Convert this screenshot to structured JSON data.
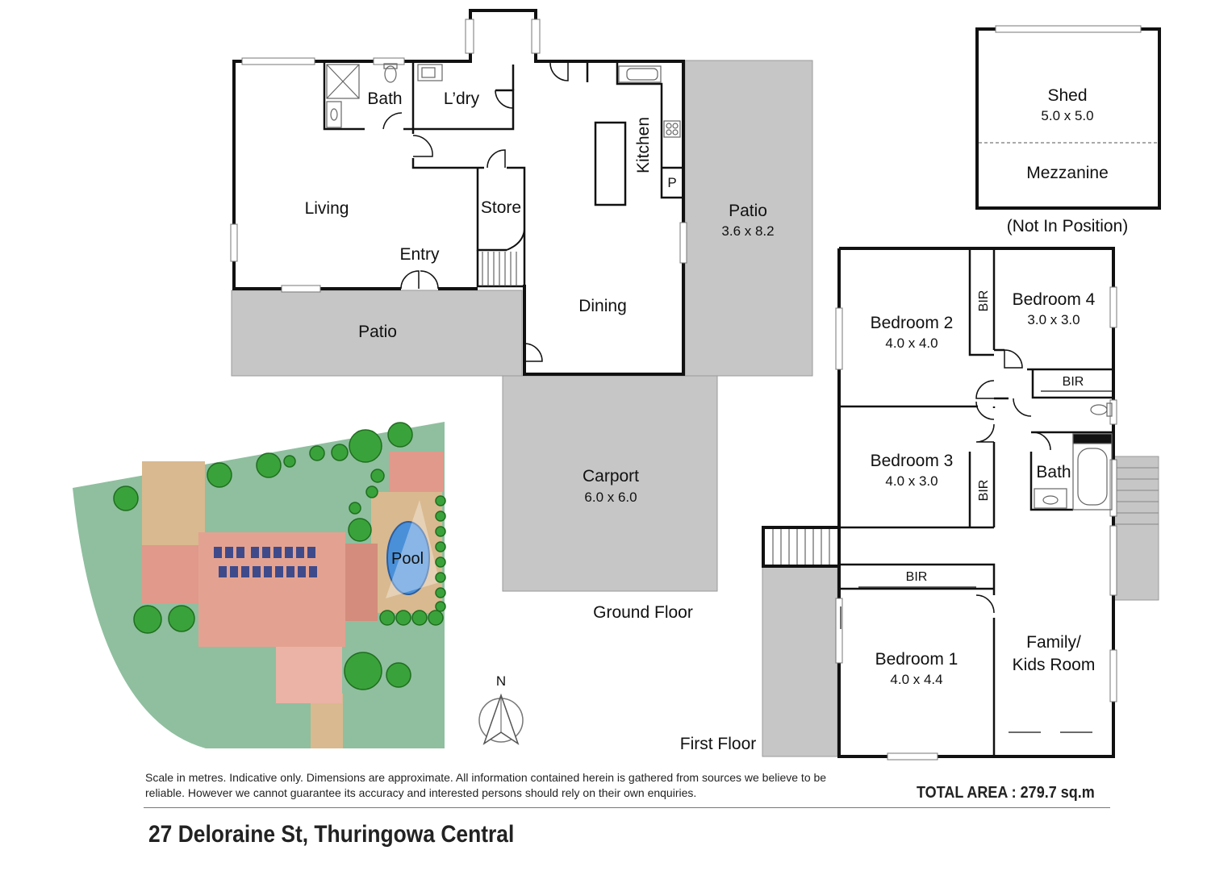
{
  "address": "27 Deloraine St, Thuringowa Central",
  "disclaimer": "Scale in metres. Indicative only. Dimensions are approximate. All information contained herein is gathered from sources we believe to be reliable. However we cannot guarantee its accuracy and interested persons should rely on their own enquiries.",
  "total_area": {
    "label": "TOTAL AREA :",
    "value": "279.7",
    "unit": "sq.m"
  },
  "floors": {
    "ground": "Ground Floor",
    "first": "First Floor"
  },
  "compass": "N",
  "shed": {
    "name": "Shed",
    "dims": "5.0 x 5.0",
    "mezzanine": "Mezzanine",
    "note": "(Not In Position)"
  },
  "ground_rooms": {
    "bath": "Bath",
    "laundry": "L’dry",
    "kitchen": "Kitchen",
    "pantry": "P",
    "living": "Living",
    "store": "Store",
    "entry": "Entry",
    "patio_front": "Patio",
    "dining": "Dining",
    "patio_side": {
      "name": "Patio",
      "dims": "3.6 x 8.2"
    },
    "carport": {
      "name": "Carport",
      "dims": "6.0 x 6.0"
    }
  },
  "first_rooms": {
    "bed2": {
      "name": "Bedroom 2",
      "dims": "4.0 x 4.0"
    },
    "bed4": {
      "name": "Bedroom 4",
      "dims": "3.0 x 3.0"
    },
    "bed3": {
      "name": "Bedroom 3",
      "dims": "4.0 x 3.0"
    },
    "bed1": {
      "name": "Bedroom 1",
      "dims": "4.0 x 4.4"
    },
    "bath": "Bath",
    "family_line1": "Family/",
    "family_line2": "Kids Room",
    "bir": "BIR"
  },
  "site": {
    "pool": "Pool"
  },
  "colors": {
    "wall": "#111111",
    "patio": "#c6c6c6",
    "lawn": "#8fbf9f",
    "roof": "#e0998a",
    "path": "#d9b98f",
    "pool": "#4a90d9"
  }
}
